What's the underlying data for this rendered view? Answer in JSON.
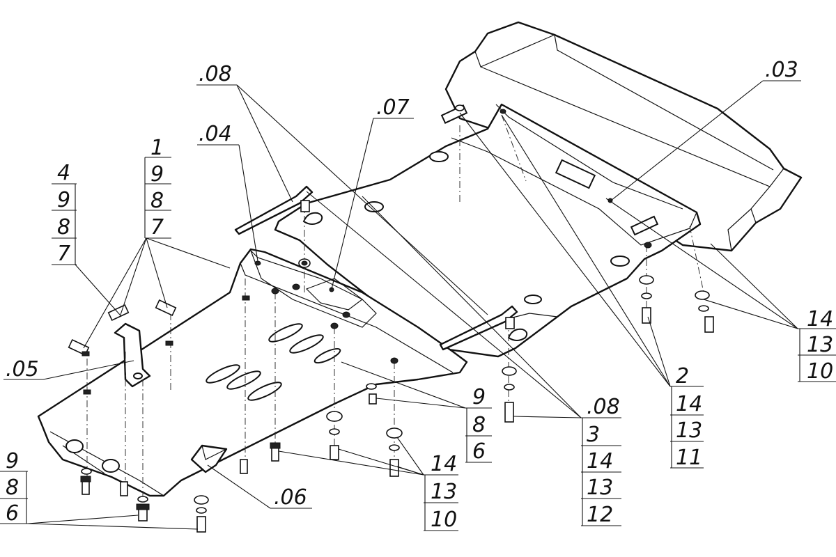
{
  "callouts": {
    "c08_top": ".08",
    "c04": ".04",
    "c07": ".07",
    "c03": ".03",
    "c05": ".05",
    "c06": ".06",
    "stack_a": [
      "1",
      "9",
      "8",
      "7"
    ],
    "stack_b": [
      "4",
      "9",
      "8",
      "7"
    ],
    "stack_c": [
      "14",
      "13",
      "10"
    ],
    "stack_d": [
      "2",
      "14",
      "13",
      "11"
    ],
    "stack_e": [
      ".08",
      "3",
      "14",
      "13",
      "12"
    ],
    "stack_f": [
      "9",
      "8",
      "6"
    ],
    "stack_g": [
      "14",
      "13",
      "10"
    ],
    "stack_h": [
      "9",
      "8",
      "6"
    ]
  }
}
